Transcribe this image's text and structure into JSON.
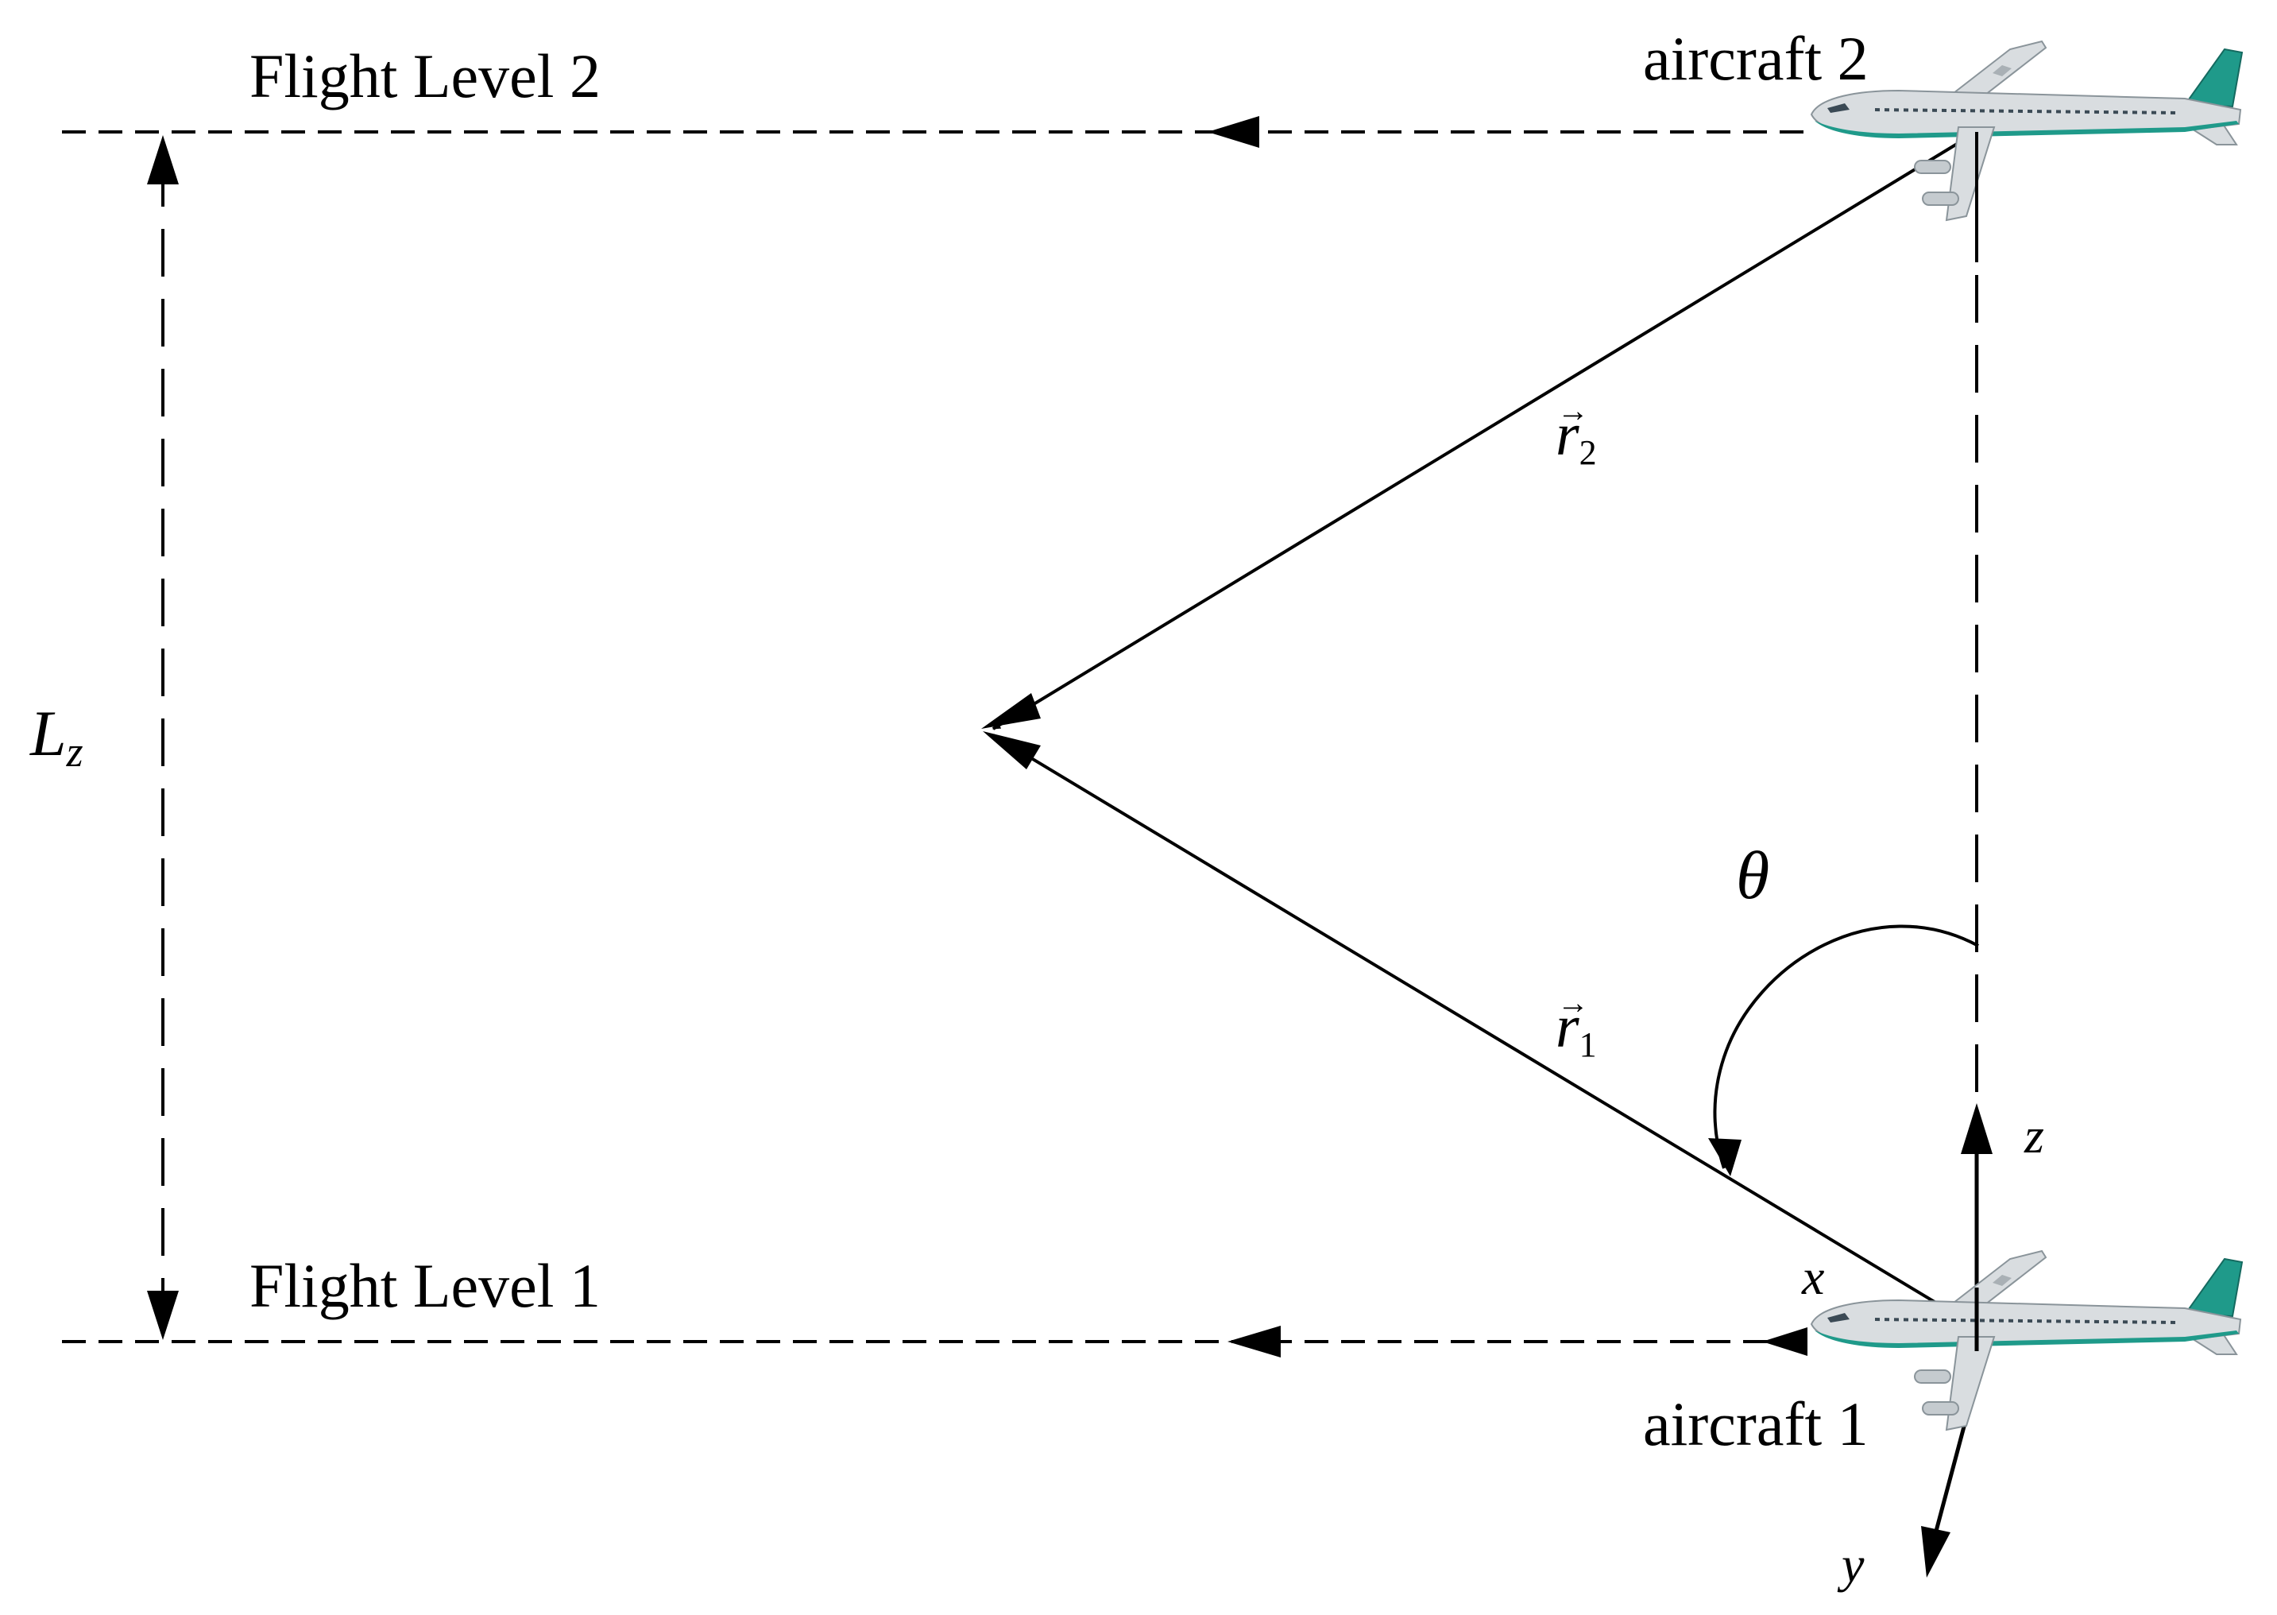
{
  "labels": {
    "flight_level_2": "Flight Level 2",
    "flight_level_1": "Flight Level 1",
    "aircraft_2": "aircraft 2",
    "aircraft_1": "aircraft 1",
    "separation": "L",
    "separation_sub": "z",
    "theta": "θ",
    "r2": "r",
    "r2_sub": "2",
    "r1": "r",
    "r1_sub": "1",
    "vec_mark": "→",
    "axis_x": "x",
    "axis_y": "y",
    "axis_z": "z"
  },
  "colors": {
    "line": "#000000",
    "fuselage": "#d9dde0",
    "fuselage_shade": "#a9b0b5",
    "stripe": "#1f9a8a",
    "tail": "#1f9a8a",
    "window": "#3b4a55"
  },
  "icons": {
    "aircraft": "airliner-icon"
  }
}
